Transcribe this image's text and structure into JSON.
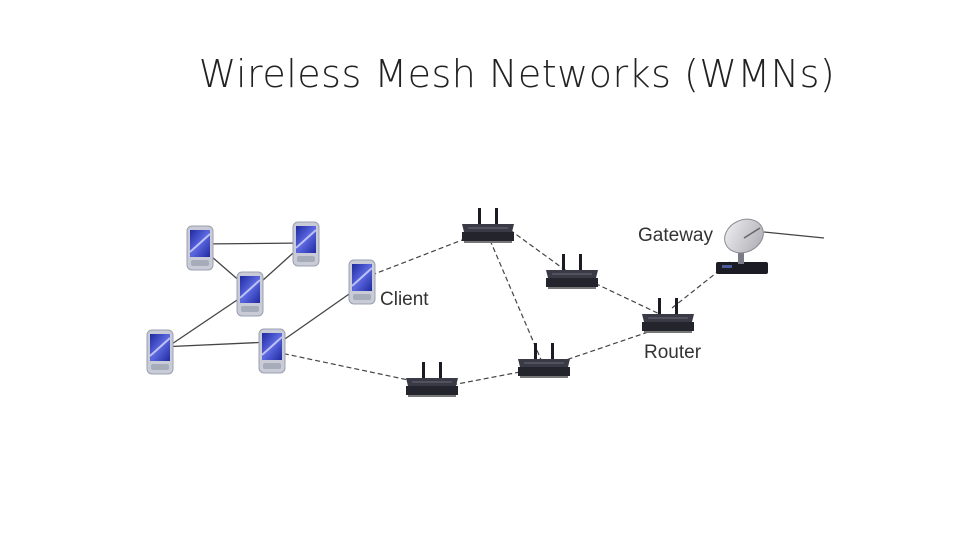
{
  "slide": {
    "title": "Wireless Mesh Networks (WMNs)"
  },
  "diagram": {
    "labels": {
      "client": "Client",
      "gateway": "Gateway",
      "router": "Router"
    },
    "colors": {
      "pda_screen": "#2a35b0",
      "router_body": "#2a2a34",
      "dish": "#c8c8cc",
      "modem": "#1c1c24"
    },
    "icons": {
      "client": "pda-icon",
      "router": "wireless-router-icon",
      "gateway": "satellite-dish-icon"
    }
  }
}
